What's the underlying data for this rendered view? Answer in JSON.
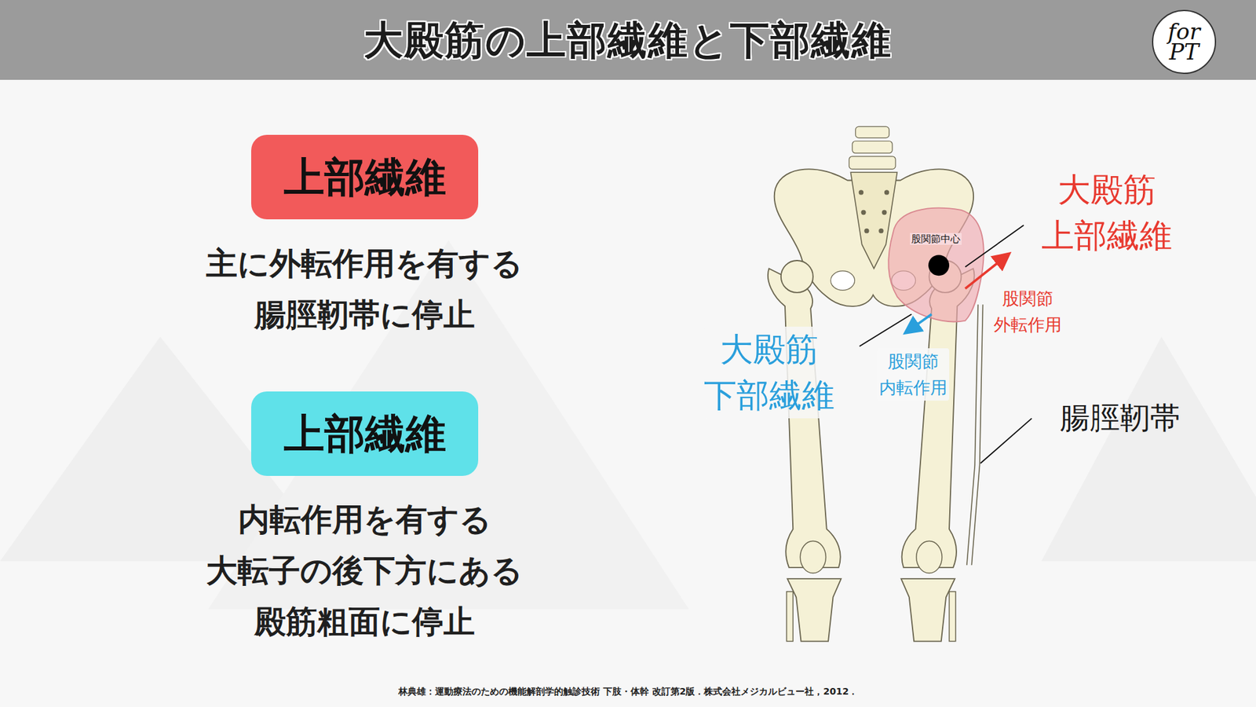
{
  "diagram": {
    "title": "大殿筋の上部繊維と下部繊維",
    "caption": "林典雄：運動療法のための機能解剖学的触診技術 下肢・体幹 改訂第2版．株式会社メジカルビュー社，2012．",
    "nodes": [
      {
        "text": [
          "for PT"
        ]
      },
      {
        "text": [
          "上部繊維"
        ]
      },
      {
        "text": [
          "上部繊維"
        ]
      }
    ],
    "labels": [
      "主に外転作用を有する 腸脛靭帯に停止",
      "内転作用を有する 大転子の後下方にある 殿筋粗面に停止",
      "股関節中心",
      "大殿筋 上部繊維",
      "股関節 外転作用",
      "大殿筋 下部繊維",
      "股関節 内転作用",
      "腸脛靭帯"
    ]
  }
}
